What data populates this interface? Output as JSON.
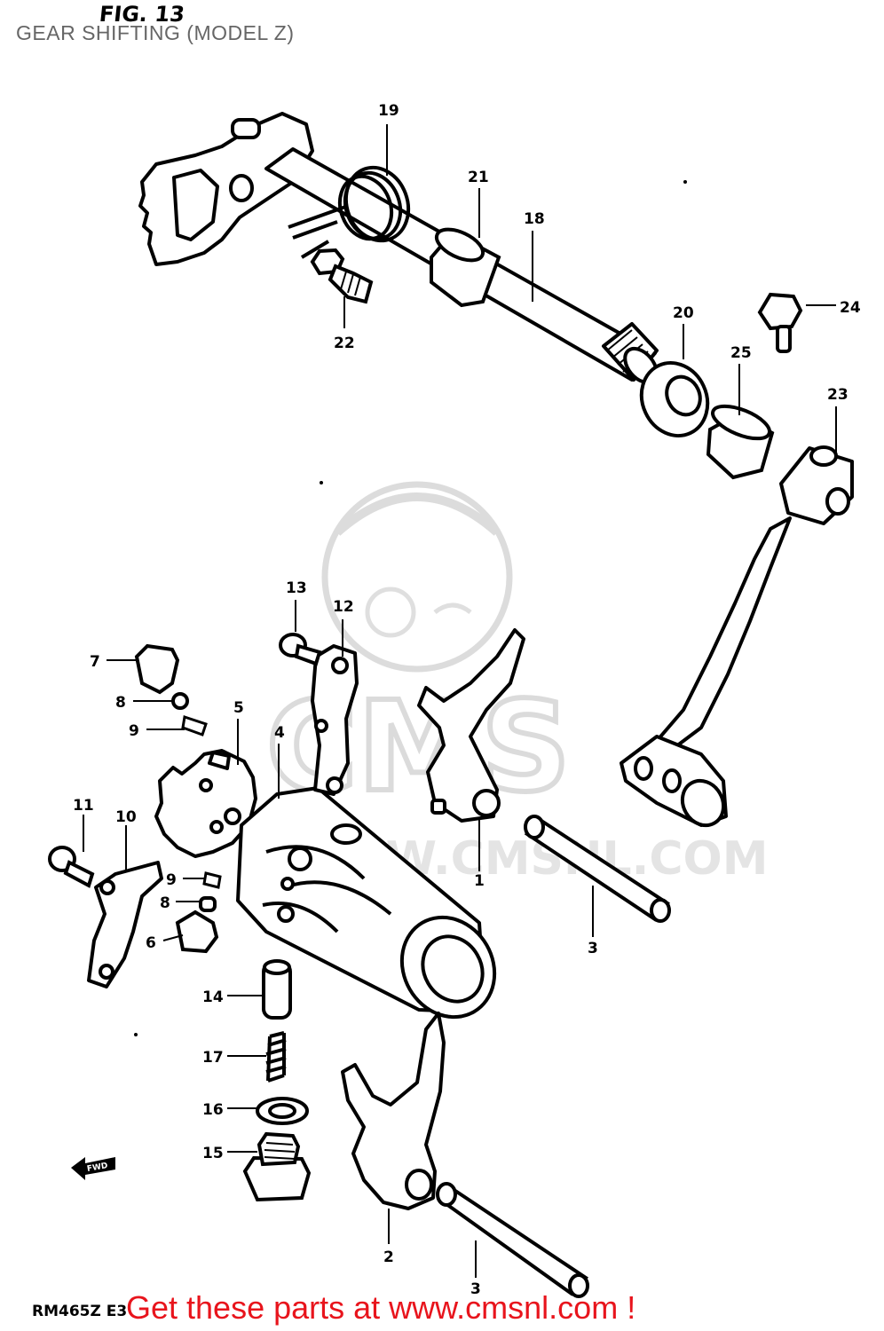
{
  "header": {
    "figure_label": "FIG. 13",
    "title": "GEAR SHIFTING (MODEL Z)"
  },
  "watermark": {
    "brand": "CMS",
    "site": "WWW.CMSNL.COM"
  },
  "callouts": [
    "19",
    "21",
    "18",
    "22",
    "20",
    "24",
    "25",
    "23",
    "13",
    "12",
    "7",
    "8",
    "9",
    "5",
    "4",
    "1",
    "11",
    "10",
    "9",
    "8",
    "6",
    "3",
    "14",
    "17",
    "16",
    "15",
    "2",
    "3"
  ],
  "direction_mark": "FWD",
  "footer": {
    "diagram_code": "RM465Z E3",
    "promo_link": "Get these parts at www.cmsnl.com !"
  }
}
